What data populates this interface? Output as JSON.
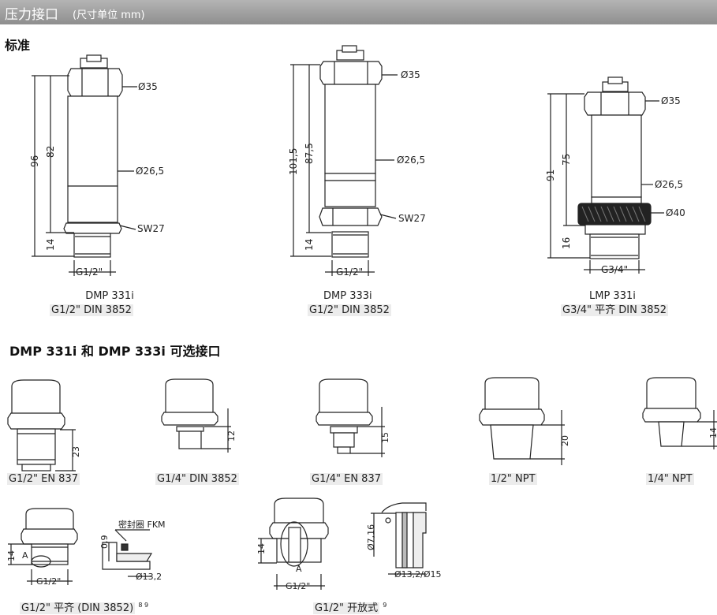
{
  "header": {
    "title": "压力接口",
    "subtitle": "(尺寸单位 mm)"
  },
  "section_standard": "标准",
  "section_options": "DMP 331i 和 DMP 333i 可选接口",
  "standard": [
    {
      "model": "DMP 331i",
      "thread": "G1/2\" DIN 3852",
      "labels": {
        "d35": "Ø35",
        "d26": "Ø26,5",
        "sw": "SW27",
        "h1": "96",
        "h2": "82",
        "h3": "14",
        "g": "G1/2\""
      }
    },
    {
      "model": "DMP 333i",
      "thread": "G1/2\" DIN 3852",
      "labels": {
        "d35": "Ø35",
        "d26": "Ø26,5",
        "sw": "SW27",
        "h1": "101,5",
        "h2": "87,5",
        "h3": "14",
        "g": "G1/2\""
      }
    },
    {
      "model": "LMP 331i",
      "thread": "G3/4\" 平齐 DIN 3852",
      "labels": {
        "d35": "Ø35",
        "d26": "Ø26,5",
        "d40": "Ø40",
        "h1": "91",
        "h2": "75",
        "h3": "16",
        "g": "G3/4\""
      }
    }
  ],
  "options": [
    {
      "caption": "G1/2\" EN 837",
      "dim": "23"
    },
    {
      "caption": "G1/4\" DIN 3852",
      "dim": "12"
    },
    {
      "caption": "G1/4\" EN 837",
      "dim": "15"
    },
    {
      "caption": "1/2\" NPT",
      "dim": "20"
    },
    {
      "caption": "1/4\" NPT",
      "dim": "14"
    }
  ],
  "flush": {
    "caption": "G1/2\" 平齐 (DIN 3852)",
    "notes": "8 9",
    "dim": "14",
    "g": "G1/2\"",
    "detail": "A",
    "seal": "密封圈 FKM",
    "d09": "0,9",
    "d132": "Ø13,2"
  },
  "open": {
    "caption": "G1/2\" 开放式",
    "note": "9",
    "dim": "14",
    "g": "G1/2\"",
    "detail": "A",
    "d16": "Ø7,16",
    "d132": "Ø13,2/Ø15"
  },
  "colors": {
    "header_bg": "#9c9c9c",
    "header_text": "#ffffff",
    "line": "#222222"
  }
}
